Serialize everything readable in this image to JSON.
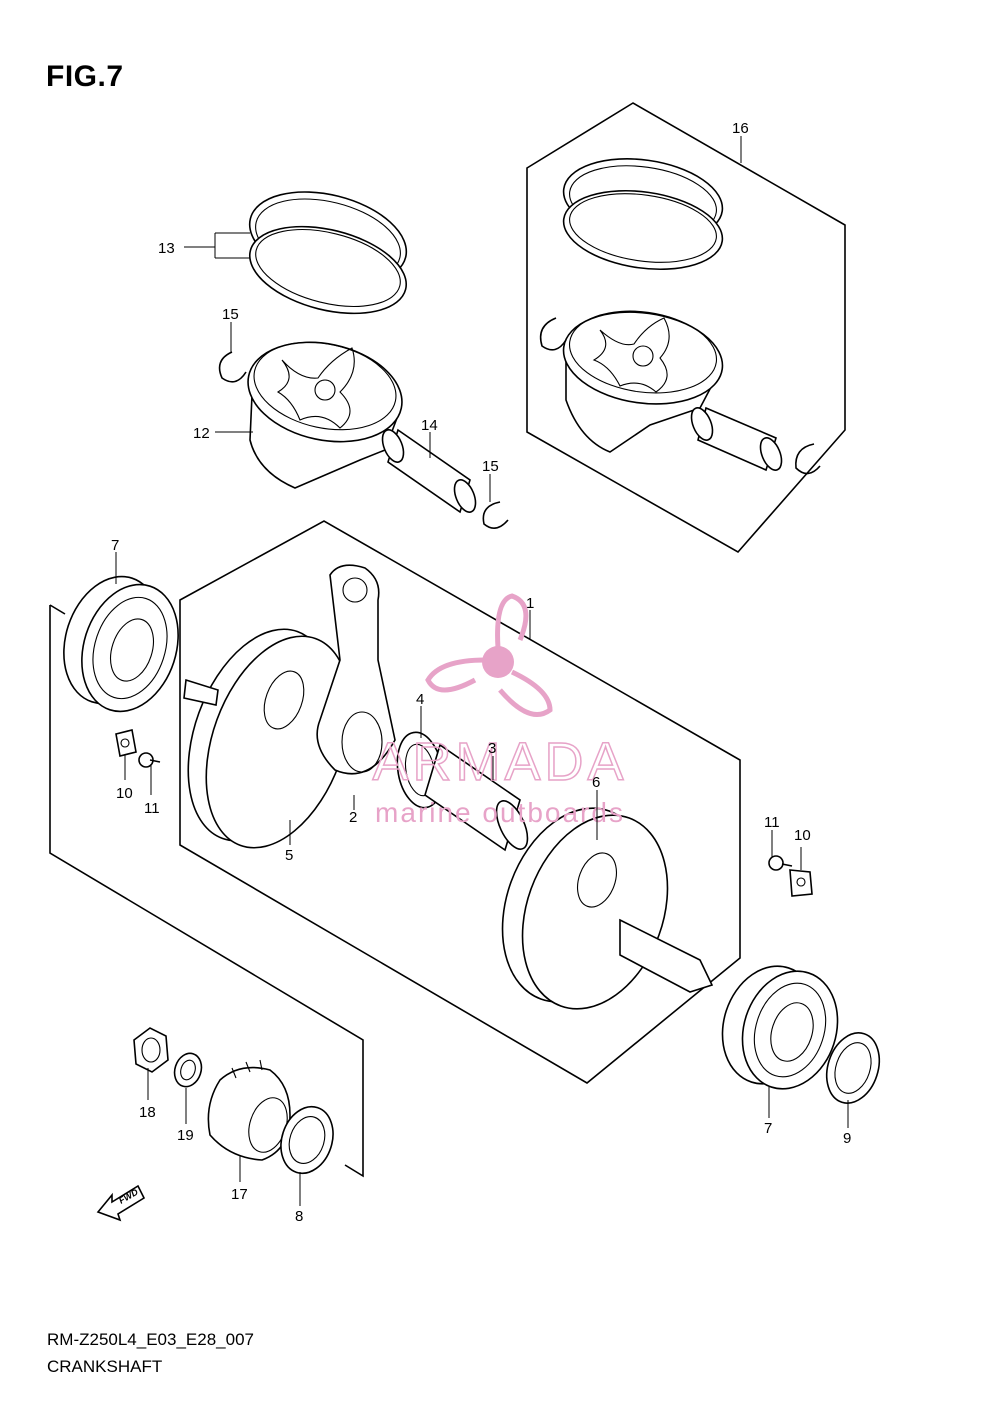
{
  "figure": {
    "title": "FIG.7",
    "code": "RM-Z250L4_E03_E28_007",
    "name": "CRANKSHAFT"
  },
  "watermark": {
    "brand": "ARMADA",
    "tagline": "marine outboards",
    "color": "#e7a3c8"
  },
  "fwd_label": "FWD",
  "parts": [
    {
      "id": "p16",
      "label": "16"
    },
    {
      "id": "p13",
      "label": "13"
    },
    {
      "id": "p15a",
      "label": "15"
    },
    {
      "id": "p12",
      "label": "12"
    },
    {
      "id": "p14",
      "label": "14"
    },
    {
      "id": "p15b",
      "label": "15"
    },
    {
      "id": "p7a",
      "label": "7"
    },
    {
      "id": "p1",
      "label": "1"
    },
    {
      "id": "p4",
      "label": "4"
    },
    {
      "id": "p3",
      "label": "3"
    },
    {
      "id": "p6",
      "label": "6"
    },
    {
      "id": "p2",
      "label": "2"
    },
    {
      "id": "p10a",
      "label": "10"
    },
    {
      "id": "p11a",
      "label": "11"
    },
    {
      "id": "p5",
      "label": "5"
    },
    {
      "id": "p11b",
      "label": "11"
    },
    {
      "id": "p10b",
      "label": "10"
    },
    {
      "id": "p18",
      "label": "18"
    },
    {
      "id": "p19",
      "label": "19"
    },
    {
      "id": "p17",
      "label": "17"
    },
    {
      "id": "p8",
      "label": "8"
    },
    {
      "id": "p7b",
      "label": "7"
    },
    {
      "id": "p9",
      "label": "9"
    }
  ]
}
